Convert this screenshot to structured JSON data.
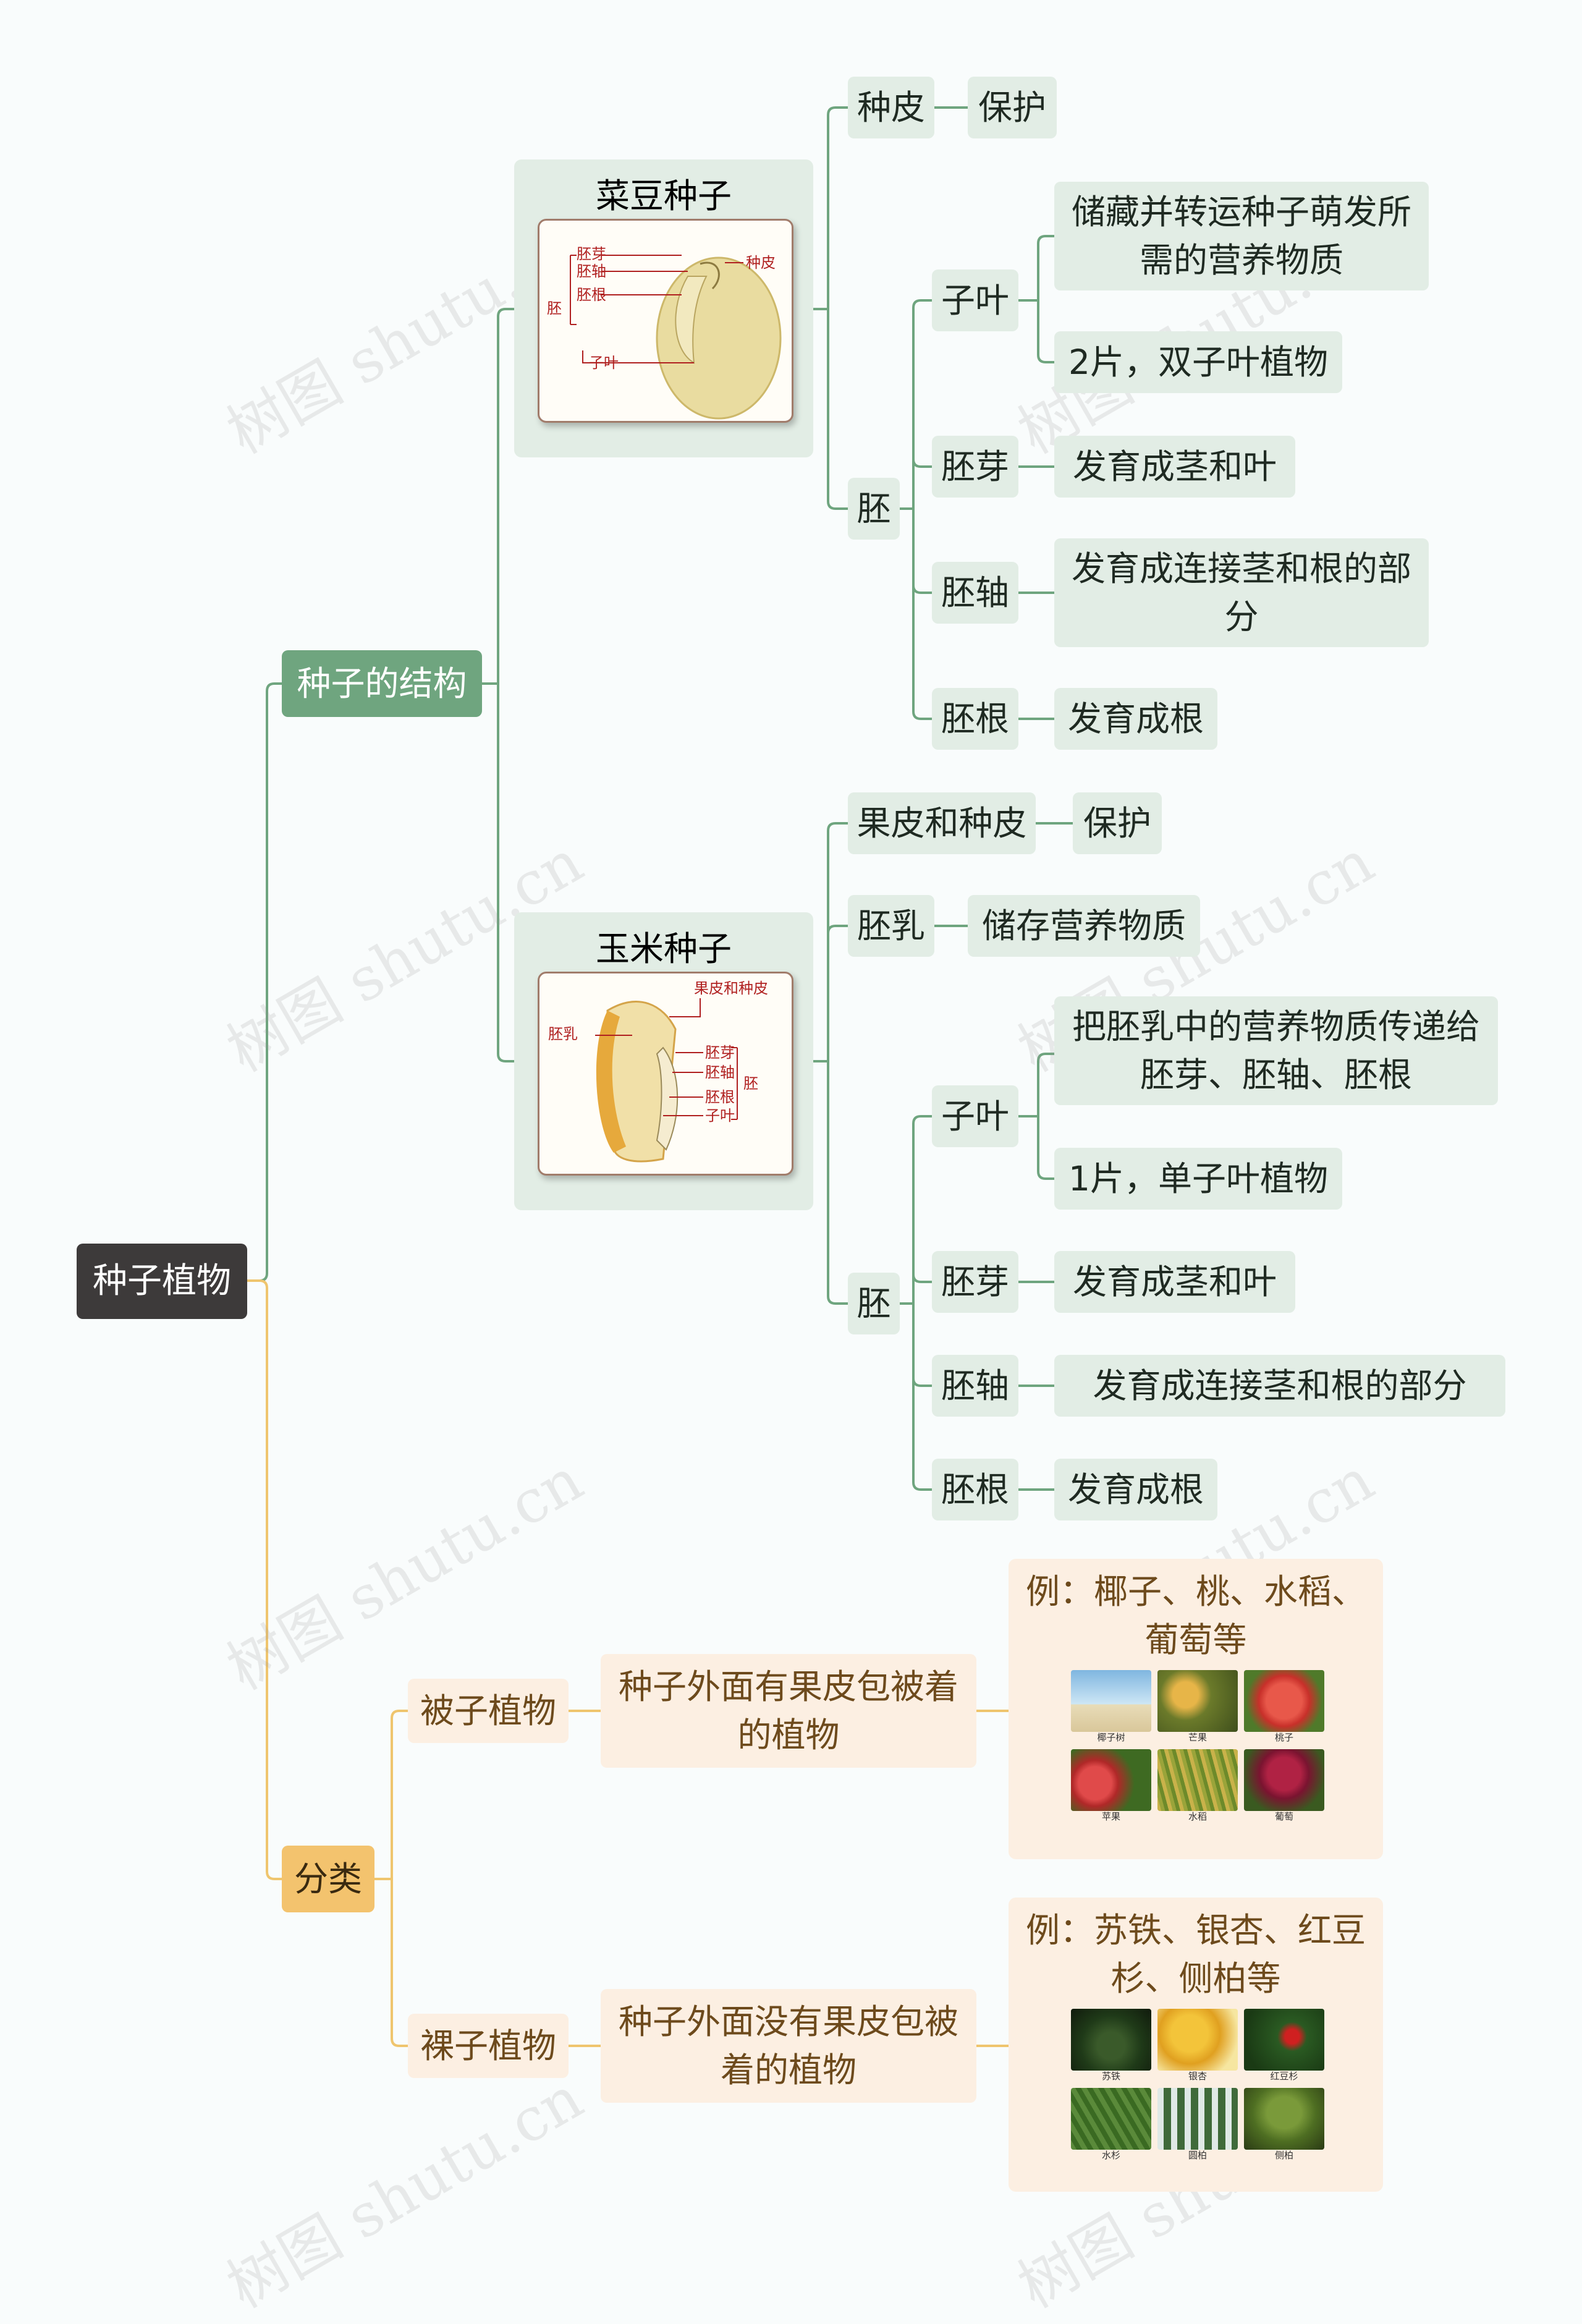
{
  "root": "种子植物",
  "structure": {
    "label": "种子的结构",
    "bean": {
      "title": "菜豆种子",
      "figure_labels": {
        "plumule": "胚芽",
        "hypocotyl": "胚轴",
        "radicle": "胚根",
        "embryo": "胚",
        "cotyledon": "子叶",
        "seed_coat": "种皮"
      },
      "seed_coat": {
        "label": "种皮",
        "desc": "保护"
      },
      "embryo": {
        "label": "胚",
        "cotyledon": {
          "label": "子叶",
          "desc1": "储藏并转运种子萌发所需的营养物质",
          "desc2": "2片，双子叶植物"
        },
        "plumule": {
          "label": "胚芽",
          "desc": "发育成茎和叶"
        },
        "hypocotyl": {
          "label": "胚轴",
          "desc": "发育成连接茎和根的部分"
        },
        "radicle": {
          "label": "胚根",
          "desc": "发育成根"
        }
      }
    },
    "corn": {
      "title": "玉米种子",
      "figure_labels": {
        "pericarp": "果皮和种皮",
        "endosperm": "胚乳",
        "plumule": "胚芽",
        "hypocotyl": "胚轴",
        "radicle": "胚根",
        "cotyledon": "子叶",
        "embryo": "胚"
      },
      "pericarp": {
        "label": "果皮和种皮",
        "desc": "保护"
      },
      "endosperm": {
        "label": "胚乳",
        "desc": "储存营养物质"
      },
      "embryo": {
        "label": "胚",
        "cotyledon": {
          "label": "子叶",
          "desc1": "把胚乳中的营养物质传递给胚芽、胚轴、胚根",
          "desc2": "1片，单子叶植物"
        },
        "plumule": {
          "label": "胚芽",
          "desc": "发育成茎和叶"
        },
        "hypocotyl": {
          "label": "胚轴",
          "desc": "发育成连接茎和根的部分"
        },
        "radicle": {
          "label": "胚根",
          "desc": "发育成根"
        }
      }
    }
  },
  "classification": {
    "label": "分类",
    "angiosperm": {
      "label": "被子植物",
      "desc": "种子外面有果皮包被着的植物",
      "example": "例：椰子、桃、水稻、葡萄等",
      "photos": [
        "椰子树",
        "芒果",
        "桃子",
        "苹果",
        "水稻",
        "葡萄"
      ]
    },
    "gymnosperm": {
      "label": "裸子植物",
      "desc": "种子外面没有果皮包被着的植物",
      "example": "例：苏铁、银杏、红豆杉、侧柏等",
      "photos": [
        "苏铁",
        "银杏",
        "红豆杉",
        "水杉",
        "圆柏",
        "侧柏"
      ]
    }
  },
  "watermark": "树图 shutu.cn",
  "colors": {
    "green_line": "#6fa57f",
    "orange_line": "#efc56e",
    "green_node": "#6fa57f",
    "orange_node": "#f3c36e",
    "root": "#3d3a3a"
  }
}
